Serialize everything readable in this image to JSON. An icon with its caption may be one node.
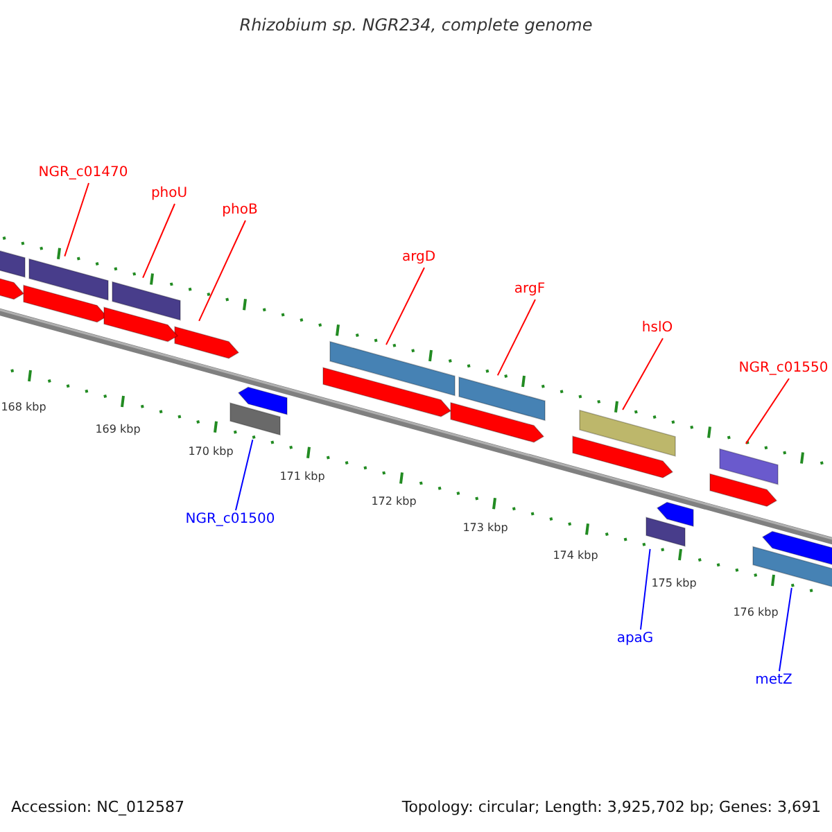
{
  "diagram": {
    "title": "Rhizobium sp. NGR234, complete genome",
    "nodes": [
      {
        "text": [
          "NGR_c01470"
        ]
      },
      {
        "text": [
          "phoU"
        ]
      },
      {
        "text": [
          "phoB"
        ]
      },
      {
        "text": [
          "argD"
        ]
      },
      {
        "text": [
          "argF"
        ]
      },
      {
        "text": [
          "hslO"
        ]
      },
      {
        "text": [
          "NGR_c01550"
        ]
      },
      {
        "text": [
          "NGR_c01500"
        ]
      },
      {
        "text": [
          "apaG"
        ]
      },
      {
        "text": [
          "metZ"
        ]
      },
      {
        "text": [],
        "shape": "bar"
      },
      {
        "text": [],
        "shape": "bar"
      },
      {
        "text": [],
        "shape": "arrow"
      },
      {
        "text": [],
        "shape": "bar"
      },
      {
        "text": [],
        "shape": "bar"
      },
      {
        "text": [],
        "shape": "bar"
      },
      {
        "text": [],
        "shape": "bar"
      },
      {
        "text": [],
        "shape": "bar"
      },
      {
        "text": [],
        "shape": "bar"
      },
      {
        "text": [],
        "shape": "bar"
      },
      {
        "text": [],
        "shape": "bar"
      },
      {
        "text": [],
        "shape": "arrow"
      },
      {
        "text": [],
        "shape": "arrow"
      },
      {
        "text": [],
        "shape": "arrow"
      },
      {
        "text": [],
        "shape": "arrow"
      },
      {
        "text": [],
        "shape": "arrow"
      },
      {
        "text": [],
        "shape": "arrow"
      },
      {
        "text": [],
        "shape": "arrow"
      },
      {
        "text": [],
        "shape": "arrow"
      },
      {
        "text": [],
        "shape": "arrow"
      },
      {
        "text": [],
        "shape": "arrow"
      }
    ],
    "edges": [
      {
        "from": 0,
        "to": 10,
        "arrow": "none"
      },
      {
        "from": 1,
        "to": 11,
        "arrow": "none"
      },
      {
        "from": 2,
        "to": 12,
        "arrow": "none"
      },
      {
        "from": 3,
        "to": 13,
        "arrow": "none"
      },
      {
        "from": 4,
        "to": 14,
        "arrow": "none"
      },
      {
        "from": 5,
        "to": 15,
        "arrow": "none"
      },
      {
        "from": 6,
        "to": 16,
        "arrow": "none"
      },
      {
        "from": 7,
        "to": 17,
        "arrow": "none",
        "color": "#0000ff"
      },
      {
        "from": 8,
        "to": 18,
        "arrow": "none",
        "color": "#0000ff"
      },
      {
        "from": 9,
        "to": 19,
        "arrow": "none",
        "color": "#0000ff"
      }
    ],
    "labels": [
      "168 kbp",
      "169 kbp",
      "170 kbp",
      "171 kbp",
      "172 kbp",
      "173 kbp",
      "174 kbp",
      "175 kbp",
      "176 kbp",
      "Accession: NC_012587",
      "Topology: circular; Length: 3,925,702 bp; Genes: 3,691"
    ]
  }
}
